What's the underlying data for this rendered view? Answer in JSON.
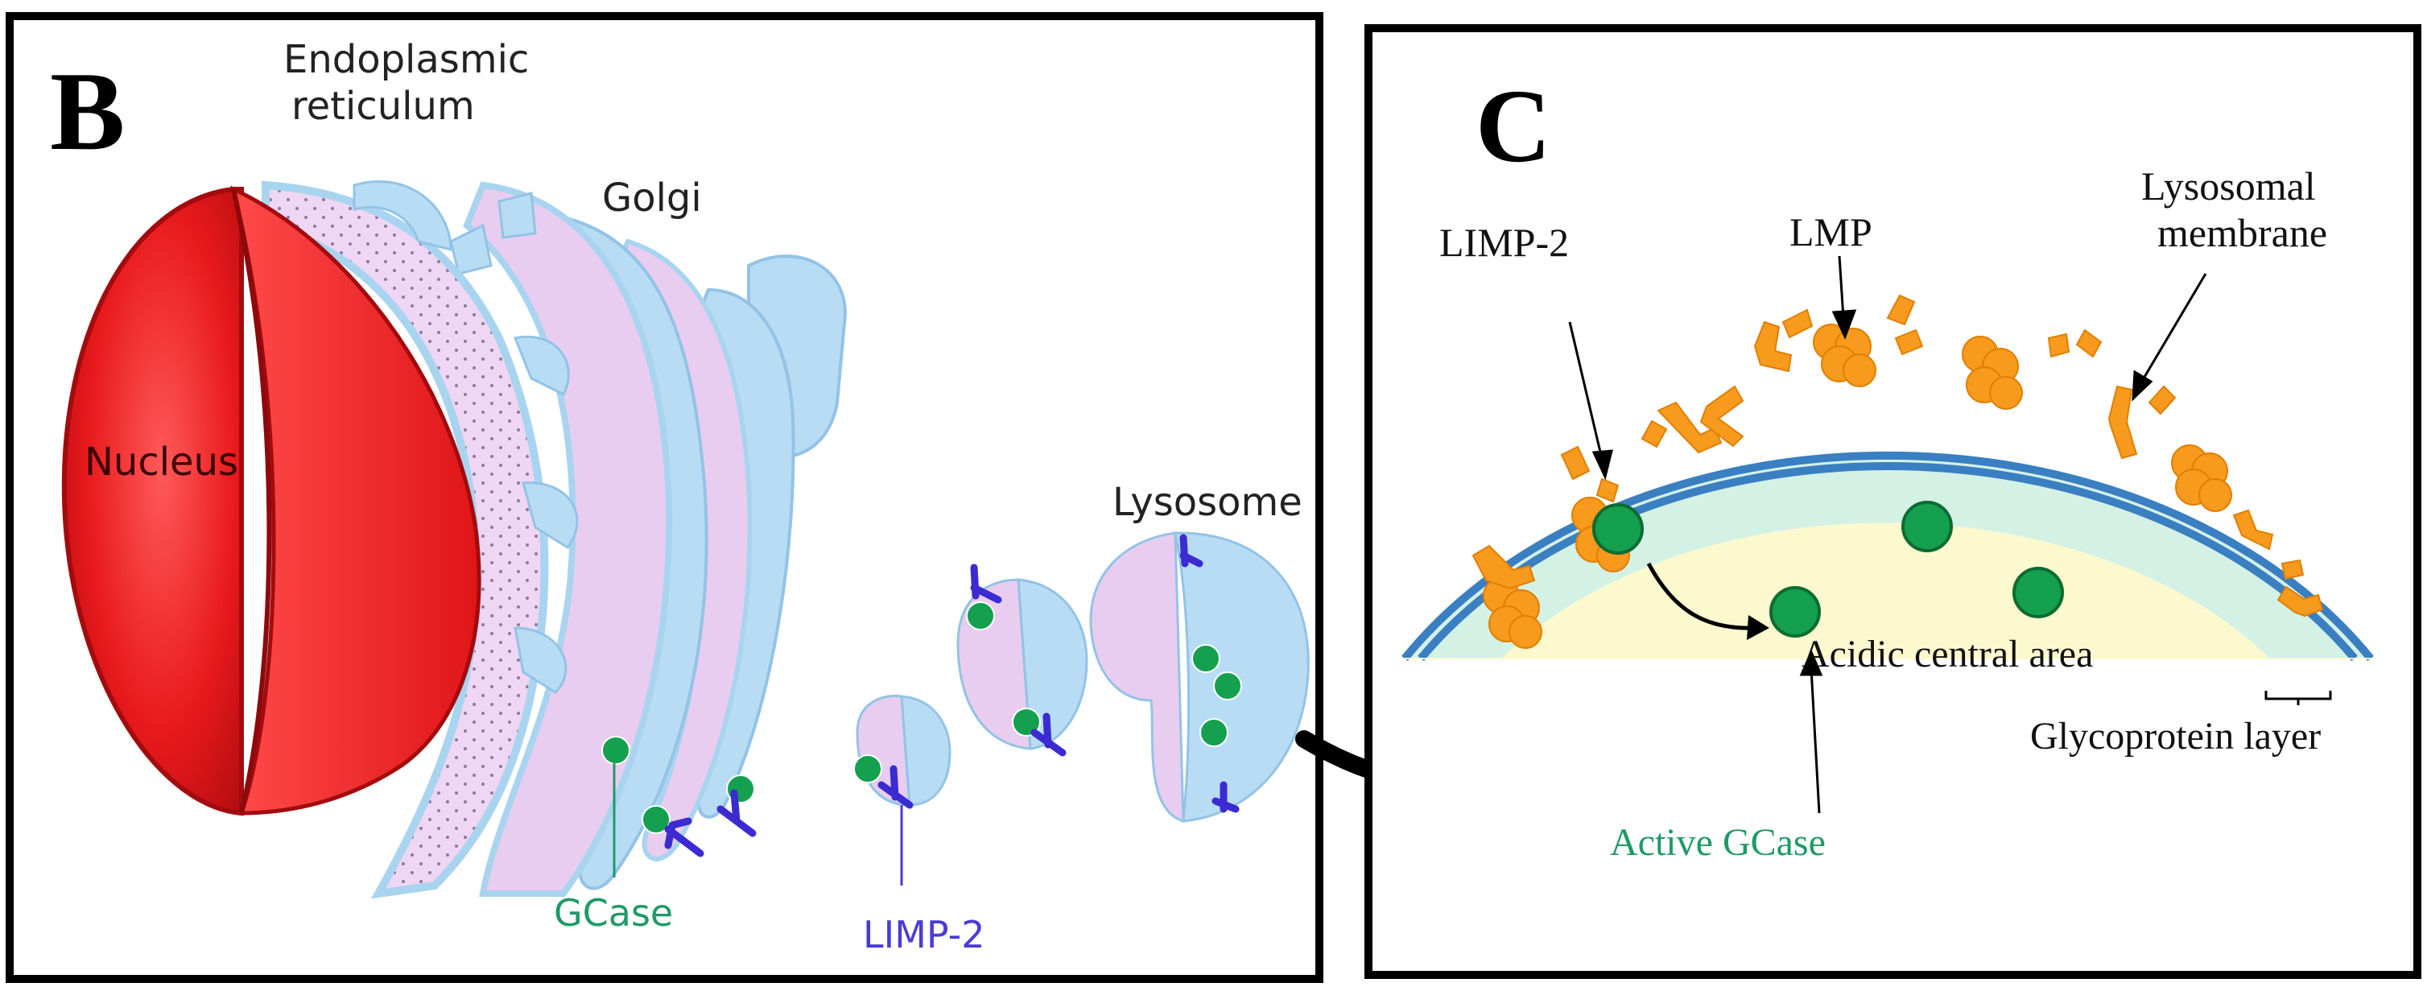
{
  "panel_b": {
    "letter": "B",
    "labels": {
      "er_line1": "Endoplasmic",
      "er_line2": "reticulum",
      "golgi": "Golgi",
      "nucleus": "Nucleus",
      "lysosome": "Lysosome",
      "gcase": "GCase",
      "limp2": "LIMP-2"
    }
  },
  "panel_c": {
    "letter": "C",
    "labels": {
      "limp2": "LIMP-2",
      "lmp": "LMP",
      "lysosomal_line1": "Lysosomal",
      "lysosomal_line2": "membrane",
      "acidic_area": "Acidic central area",
      "glycoprotein_layer": "Glycoprotein layer",
      "active_gcase": "Active GCase"
    }
  },
  "colors": {
    "nucleus": "#e8191c",
    "nucleus_dark": "#b50e12",
    "er_golgi": "#e8cdf0",
    "er_outline": "#a9d4ef",
    "membrane": "#3a7fc1",
    "glycoprotein": "#d4f1e6",
    "acidic": "#fcf9cf",
    "protein_orange": "#f89a1e",
    "gcase_green": "#14a04e",
    "limp2_blue": "#3b2bd1",
    "label_green": "#1f9a67",
    "label_blue": "#4a3bd6"
  }
}
